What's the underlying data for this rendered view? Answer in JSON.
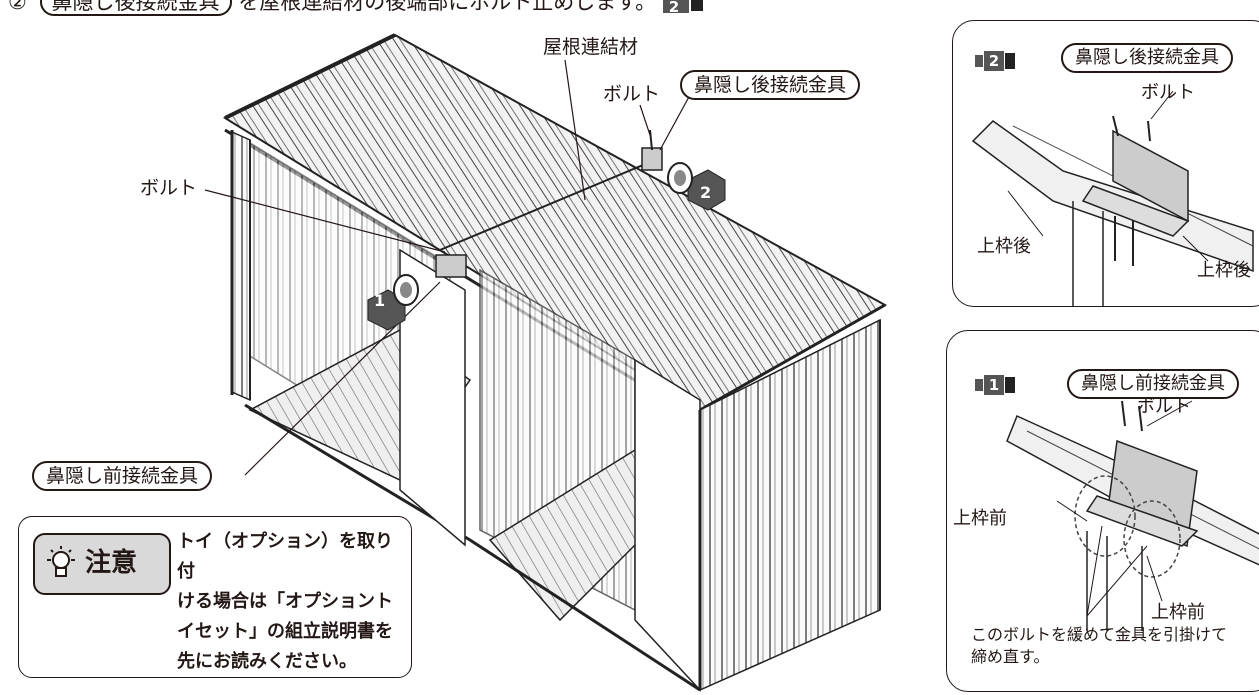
{
  "header": {
    "prefix": "②",
    "pill_text": "鼻隠し後接続金具",
    "rest": "を屋根連結材の後端部にボルト止めします。",
    "badge": "2"
  },
  "main": {
    "label_roof_connector": "屋根連結材",
    "label_bolt_top": "ボルト",
    "label_bolt_left": "ボルト",
    "pill_rear_bracket": "鼻隠し後接続金具",
    "pill_front_bracket": "鼻隠し前接続金具",
    "camera_1": "1",
    "camera_2": "2"
  },
  "caution": {
    "tag": "注意",
    "text": "トイ（オプション）を取り付ける場合は「オプショントイセット」の組立説明書を先にお読みください。",
    "lines": [
      "トイ（オプション）を取り付",
      "ける場合は「オプショント",
      "イセット」の組立説明書を",
      "先にお読みください。"
    ]
  },
  "panel_top": {
    "badge": "2",
    "pill": "鼻隠し後接続金具",
    "bolt": "ボルト",
    "frame_rear_left": "上枠後",
    "frame_rear_right": "上枠後"
  },
  "panel_bottom": {
    "badge": "1",
    "pill": "鼻隠し前接続金具",
    "bolt": "ボルト",
    "frame_front_left": "上枠前",
    "frame_front_right": "上枠前",
    "note_line1": "このボルトを緩めて金具を引掛けて",
    "note_line2": "締め直す。"
  }
}
